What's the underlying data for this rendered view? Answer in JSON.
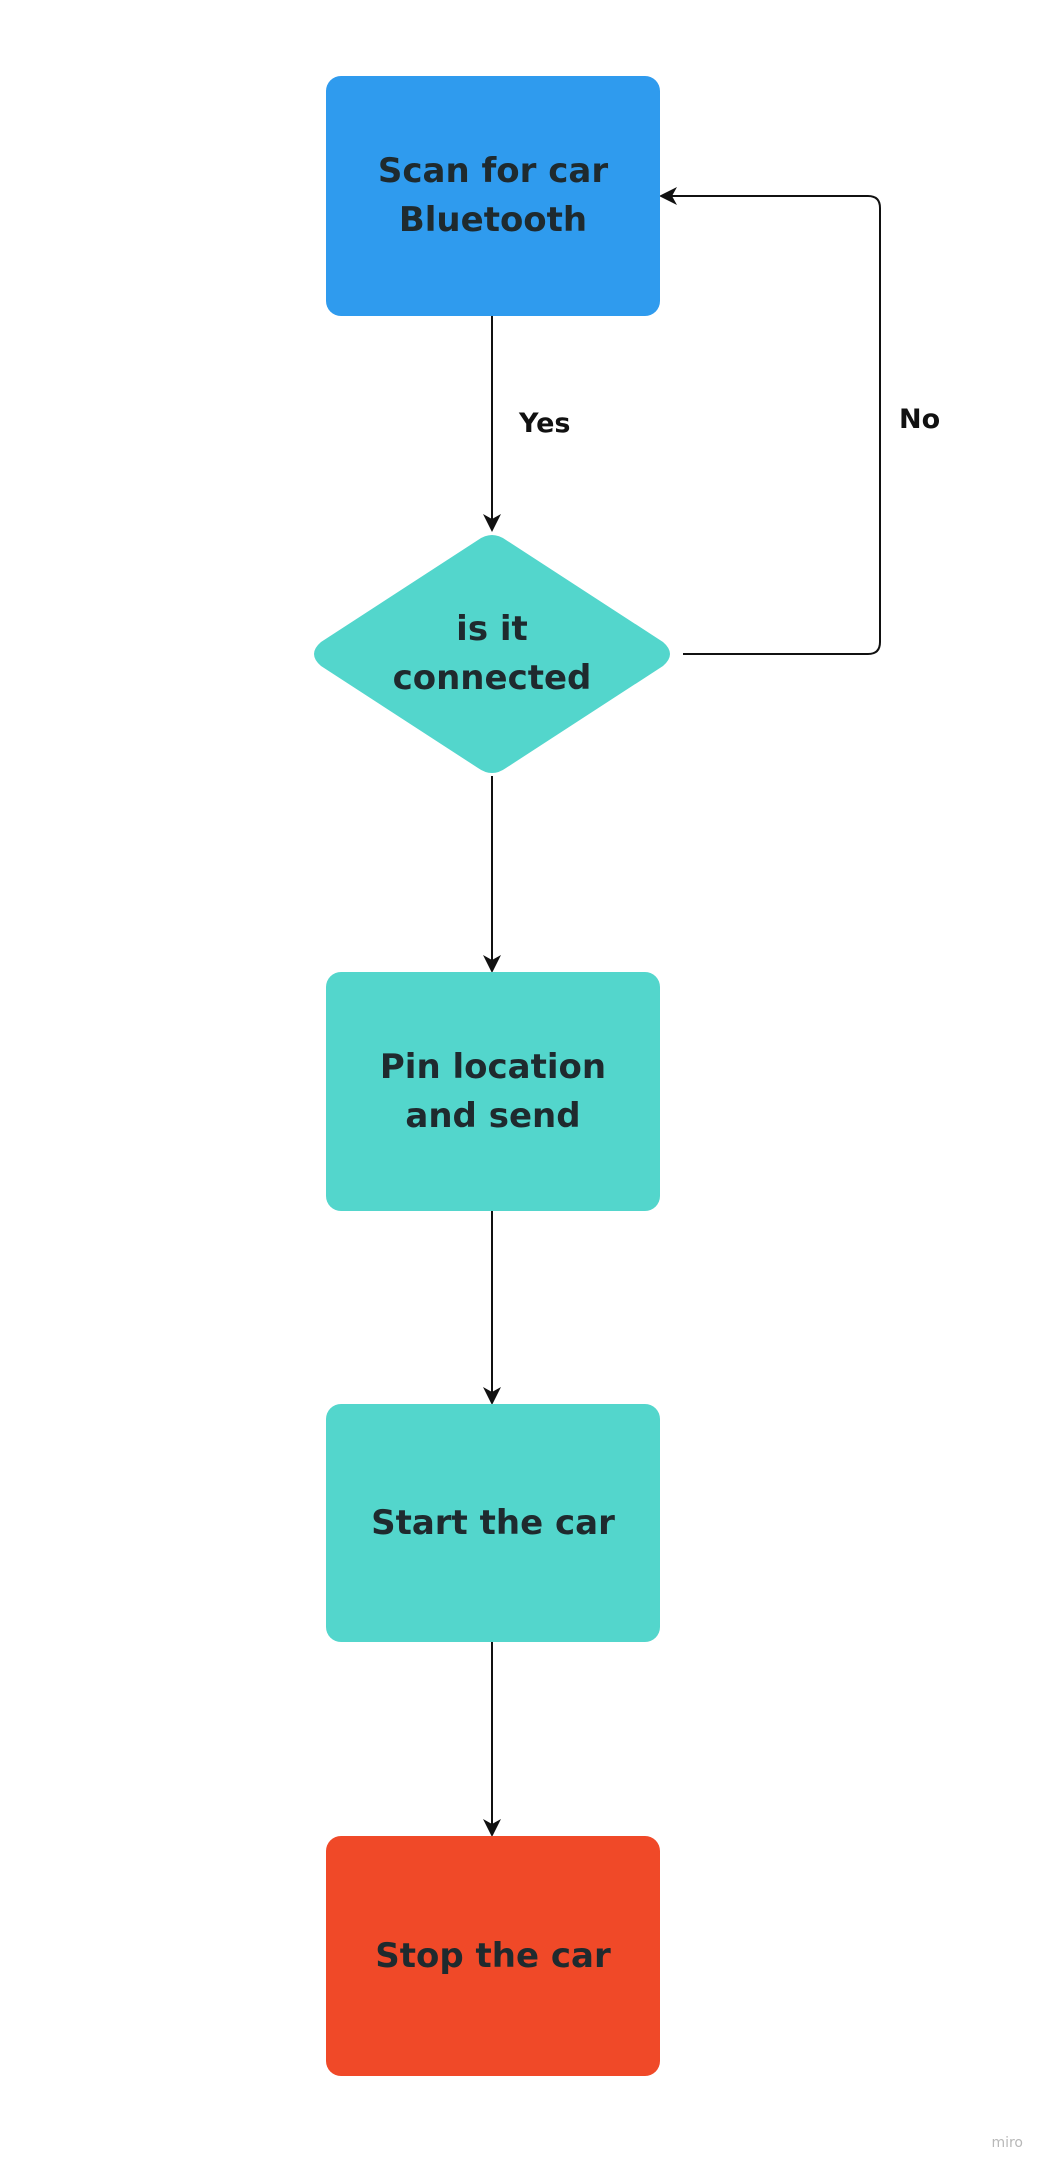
{
  "diagram": {
    "nodes": [
      {
        "id": "scan",
        "label": "Scan for car\nBluetooth",
        "shape": "rounded-rect",
        "fill": "#2f9bee"
      },
      {
        "id": "connected",
        "label": "is it\nconnected",
        "shape": "diamond",
        "fill": "#53d6cc"
      },
      {
        "id": "pin",
        "label": "Pin location\nand send",
        "shape": "rounded-rect",
        "fill": "#53d6cc"
      },
      {
        "id": "start",
        "label": "Start the car",
        "shape": "rounded-rect",
        "fill": "#53d6cc"
      },
      {
        "id": "stop",
        "label": "Stop the car",
        "shape": "rounded-rect",
        "fill": "#f04928"
      }
    ],
    "edges": [
      {
        "from": "scan",
        "to": "connected",
        "label": "Yes"
      },
      {
        "from": "connected",
        "to": "scan",
        "label": "No"
      },
      {
        "from": "connected",
        "to": "pin",
        "label": ""
      },
      {
        "from": "pin",
        "to": "start",
        "label": ""
      },
      {
        "from": "start",
        "to": "stop",
        "label": ""
      }
    ],
    "colors": {
      "arrow": "#111111",
      "text": "#1f2a2e"
    }
  },
  "watermark": "miro"
}
